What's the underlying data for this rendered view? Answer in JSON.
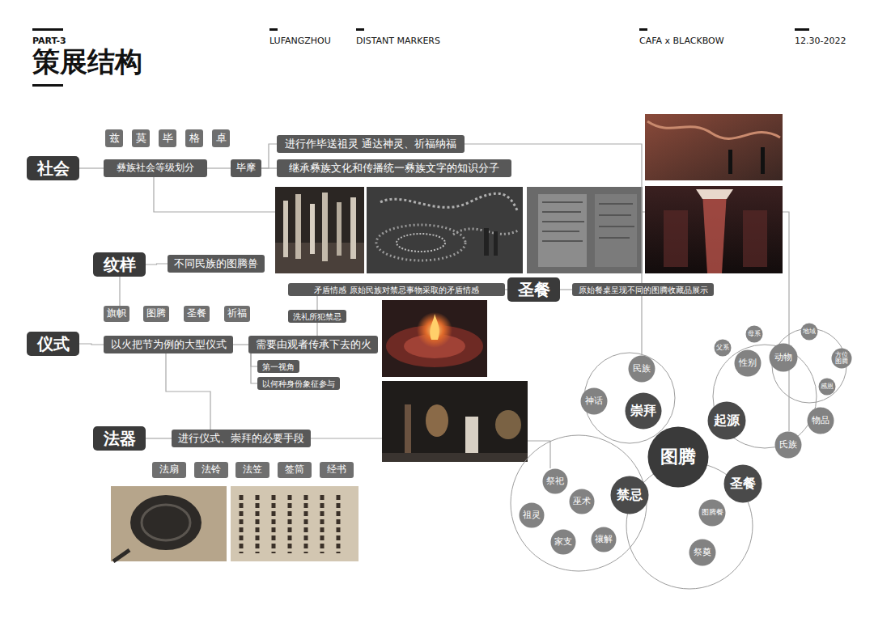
{
  "diagram": {
    "title": "策展结构",
    "nodes": [
      {
        "text": [
          "兹"
        ]
      },
      {
        "text": [
          "莫"
        ]
      },
      {
        "text": [
          "毕"
        ]
      },
      {
        "text": [
          "格"
        ]
      },
      {
        "text": [
          "卓"
        ]
      },
      {
        "text": [
          "社会"
        ]
      },
      {
        "text": [
          "彝族社会等级划分"
        ]
      },
      {
        "text": [
          "毕摩"
        ]
      },
      {
        "text": [
          "进行作毕送祖灵 通达神灵、祈福纳福"
        ]
      },
      {
        "text": [
          "继承彝族文化和传播统一彝族文字的知识分子"
        ]
      },
      {
        "text": [
          "纹样"
        ]
      },
      {
        "text": [
          "不同民族的图腾兽"
        ]
      },
      {
        "text": [
          "矛盾情感 原始民族对禁忌事物采取的矛盾情感"
        ]
      },
      {
        "text": [
          "圣餐"
        ]
      },
      {
        "text": [
          "原始餐桌呈现不同的图腾收藏品展示"
        ]
      },
      {
        "text": [
          "旗帜"
        ]
      },
      {
        "text": [
          "图腾"
        ]
      },
      {
        "text": [
          "圣餐"
        ]
      },
      {
        "text": [
          "祈福"
        ]
      },
      {
        "text": [
          "洗礼所犯禁忌"
        ]
      },
      {
        "text": [
          "仪式"
        ]
      },
      {
        "text": [
          "以火把节为例的大型仪式"
        ]
      },
      {
        "text": [
          "需要由观者传承下去的火"
        ]
      },
      {
        "text": [
          "第一视角"
        ]
      },
      {
        "text": [
          "以何种身份象征参与"
        ]
      },
      {
        "text": [
          "法器"
        ]
      },
      {
        "text": [
          "进行仪式、崇拜的必要手段"
        ]
      },
      {
        "text": [
          "法扇"
        ]
      },
      {
        "text": [
          "法铃"
        ]
      },
      {
        "text": [
          "法笠"
        ]
      },
      {
        "text": [
          "签筒"
        ]
      },
      {
        "text": [
          "经书"
        ]
      },
      {
        "text": [
          "父系"
        ]
      },
      {
        "text": [
          "母系"
        ]
      },
      {
        "text": [
          "地域"
        ]
      },
      {
        "text": [
          "动物"
        ]
      },
      {
        "text": [
          "性别"
        ]
      },
      {
        "text": [
          "方位图腾"
        ]
      },
      {
        "text": [
          "民族"
        ]
      },
      {
        "text": [
          "感恩"
        ]
      },
      {
        "text": [
          "神话"
        ]
      },
      {
        "text": [
          "崇拜"
        ]
      },
      {
        "text": [
          "起源"
        ]
      },
      {
        "text": [
          "物品"
        ]
      },
      {
        "text": [
          "氏族"
        ]
      },
      {
        "text": [
          "图腾"
        ]
      },
      {
        "text": [
          "祭祀"
        ]
      },
      {
        "text": [
          "禁忌"
        ]
      },
      {
        "text": [
          "圣餐"
        ]
      },
      {
        "text": [
          "巫术"
        ]
      },
      {
        "text": [
          "图腾餐"
        ]
      },
      {
        "text": [
          "祖灵"
        ]
      },
      {
        "text": [
          "家支"
        ]
      },
      {
        "text": [
          "禳解"
        ]
      },
      {
        "text": [
          "祭奠"
        ]
      }
    ],
    "edges": [
      {
        "from": 5,
        "to": 6,
        "arrow": "none"
      },
      {
        "from": 6,
        "to": 7,
        "arrow": "none"
      },
      {
        "from": 7,
        "to": 8,
        "arrow": "none"
      },
      {
        "from": 7,
        "to": 9,
        "arrow": "none"
      },
      {
        "from": 8,
        "to": 38,
        "arrow": "none"
      },
      {
        "from": 10,
        "to": 11,
        "arrow": "none"
      },
      {
        "from": 12,
        "to": 13,
        "arrow": "none"
      },
      {
        "from": 13,
        "to": 14,
        "arrow": "none"
      },
      {
        "from": 12,
        "to": 19,
        "arrow": "none"
      },
      {
        "from": 19,
        "to": 22,
        "arrow": "none"
      },
      {
        "from": 20,
        "to": 21,
        "arrow": "none"
      },
      {
        "from": 21,
        "to": 22,
        "arrow": "none"
      },
      {
        "from": 22,
        "to": 23,
        "arrow": "none"
      },
      {
        "from": 22,
        "to": 24,
        "arrow": "none"
      },
      {
        "from": 21,
        "to": 26,
        "arrow": "none"
      },
      {
        "from": 25,
        "to": 26,
        "arrow": "none"
      }
    ],
    "labels": [
      "PART-3",
      "LUFANGZHOU",
      "DISTANT MARKERS",
      "CAFA x BLACKBOW",
      "12.30-2022"
    ]
  }
}
